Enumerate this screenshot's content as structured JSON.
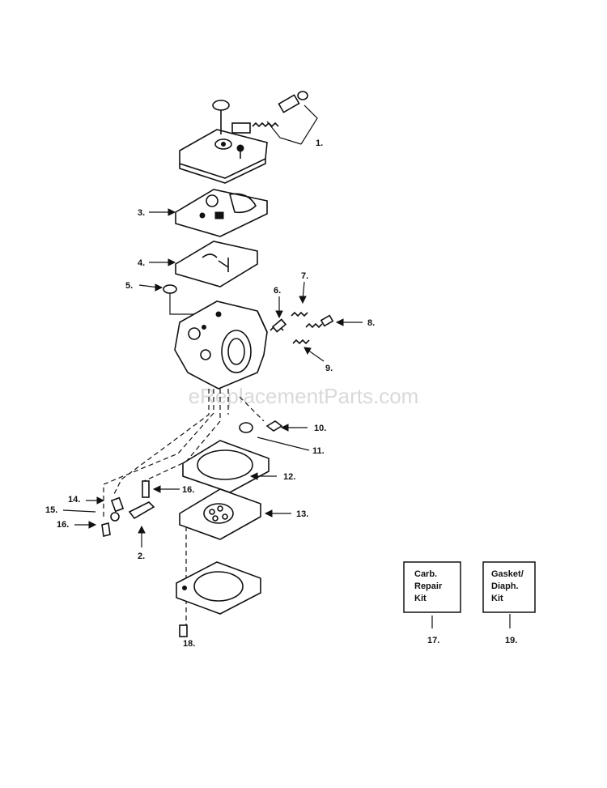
{
  "watermark": "eReplacementParts.com",
  "callouts": [
    "1.",
    "2.",
    "3.",
    "4.",
    "5.",
    "6.",
    "7.",
    "8.",
    "9.",
    "10.",
    "11.",
    "12.",
    "13.",
    "14.",
    "15.",
    "16.",
    "16.",
    "17.",
    "18.",
    "19."
  ],
  "kits": {
    "carb_repair": {
      "line1": "Carb.",
      "line2": "Repair",
      "line3": "Kit"
    },
    "gasket_diaph": {
      "line1": "Gasket/",
      "line2": "Diaph.",
      "line3": "Kit"
    }
  }
}
